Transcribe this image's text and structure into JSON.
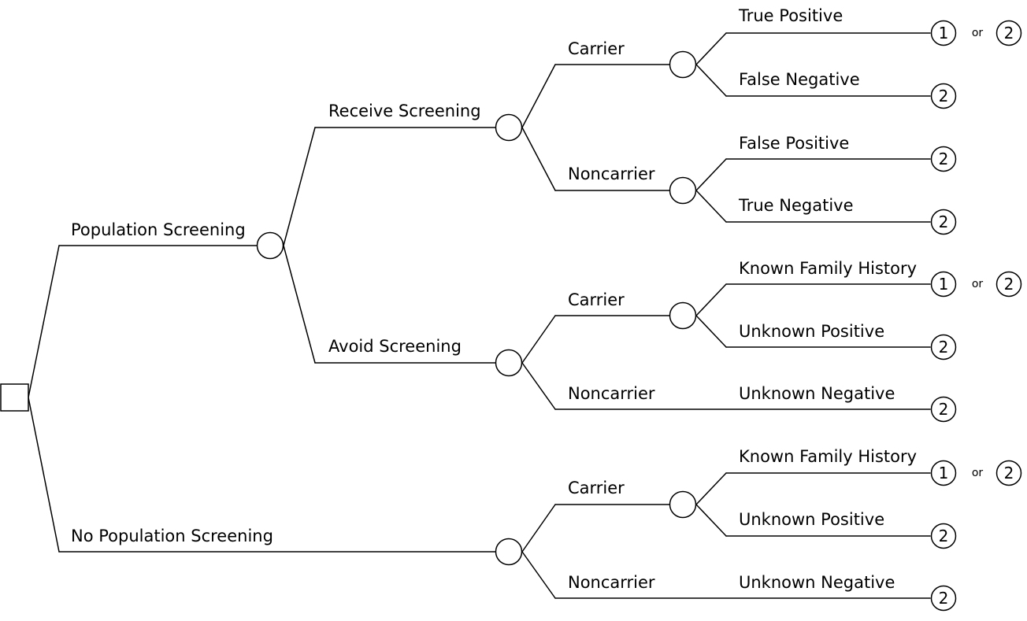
{
  "tree": {
    "root": {
      "children": [
        {
          "label": "Population Screening",
          "children": [
            {
              "label": "Receive Screening",
              "children": [
                {
                  "label": "Carrier",
                  "children": [
                    {
                      "label": "True Positive",
                      "outcomes": [
                        "1",
                        "2"
                      ]
                    },
                    {
                      "label": "False Negative",
                      "outcomes": [
                        "2"
                      ]
                    }
                  ]
                },
                {
                  "label": "Noncarrier",
                  "children": [
                    {
                      "label": "False Positive",
                      "outcomes": [
                        "2"
                      ]
                    },
                    {
                      "label": "True Negative",
                      "outcomes": [
                        "2"
                      ]
                    }
                  ]
                }
              ]
            },
            {
              "label": "Avoid Screening",
              "children": [
                {
                  "label": "Carrier",
                  "children": [
                    {
                      "label": "Known Family History",
                      "outcomes": [
                        "1",
                        "2"
                      ]
                    },
                    {
                      "label": "Unknown Positive",
                      "outcomes": [
                        "2"
                      ]
                    }
                  ]
                },
                {
                  "label": "Noncarrier",
                  "leaf_label": "Unknown Negative",
                  "outcomes": [
                    "2"
                  ]
                }
              ]
            }
          ]
        },
        {
          "label": "No Population Screening",
          "children": [
            {
              "label": "Carrier",
              "children": [
                {
                  "label": "Known Family History",
                  "outcomes": [
                    "1",
                    "2"
                  ]
                },
                {
                  "label": "Unknown Positive",
                  "outcomes": [
                    "2"
                  ]
                }
              ]
            },
            {
              "label": "Noncarrier",
              "leaf_label": "Unknown Negative",
              "outcomes": [
                "2"
              ]
            }
          ]
        }
      ]
    },
    "or_text": "or"
  }
}
